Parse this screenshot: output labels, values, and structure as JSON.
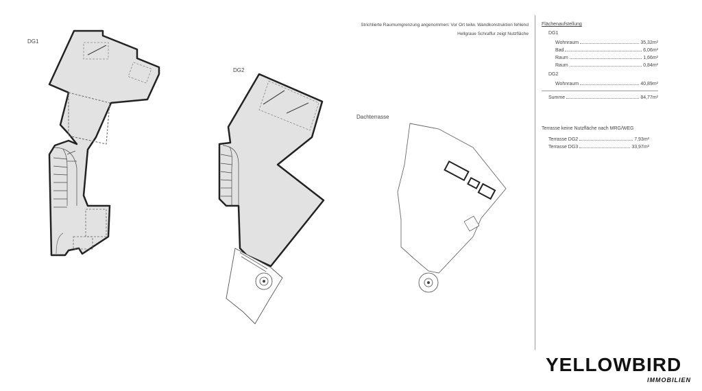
{
  "floors": {
    "dg1": {
      "label": "DG1"
    },
    "dg2": {
      "label": "DG2"
    },
    "roof": {
      "label": "Dachterrasse"
    }
  },
  "notes": {
    "line1": "Strichlierte Raumumgrenzung angenommen: Vor Ort teilw. Wandkonstruktion fehlend",
    "line2": "Hellgraue Schraffur zeigt Nutzfläche"
  },
  "area_table": {
    "title": "Flächenaufstellung",
    "groups": [
      {
        "label": "DG1",
        "rows": [
          {
            "name": "Wohnraum",
            "value": "35,32m²"
          },
          {
            "name": "Bad",
            "value": "6,06m²"
          },
          {
            "name": "Raum",
            "value": "1,66m²"
          },
          {
            "name": "Raum",
            "value": "0,84m²"
          }
        ]
      },
      {
        "label": "DG2",
        "rows": [
          {
            "name": "Wohnraum",
            "value": "40,89m²"
          }
        ]
      }
    ],
    "sum": {
      "name": "Summe",
      "value": "84,77m²"
    }
  },
  "terrace_table": {
    "title": "Terrasse keine Nutzfläche nach MRG/WEG",
    "rows": [
      {
        "name": "Terrasse DG2",
        "value": "7,93m²"
      },
      {
        "name": "Terrasse DG3",
        "value": "33,97m²"
      }
    ]
  },
  "logo": {
    "main": "YELLOWBIRD",
    "sub": "IMMOBILIEN"
  },
  "colors": {
    "usable_area_fill": "#e2e2e2",
    "wall_stroke": "#222222"
  }
}
